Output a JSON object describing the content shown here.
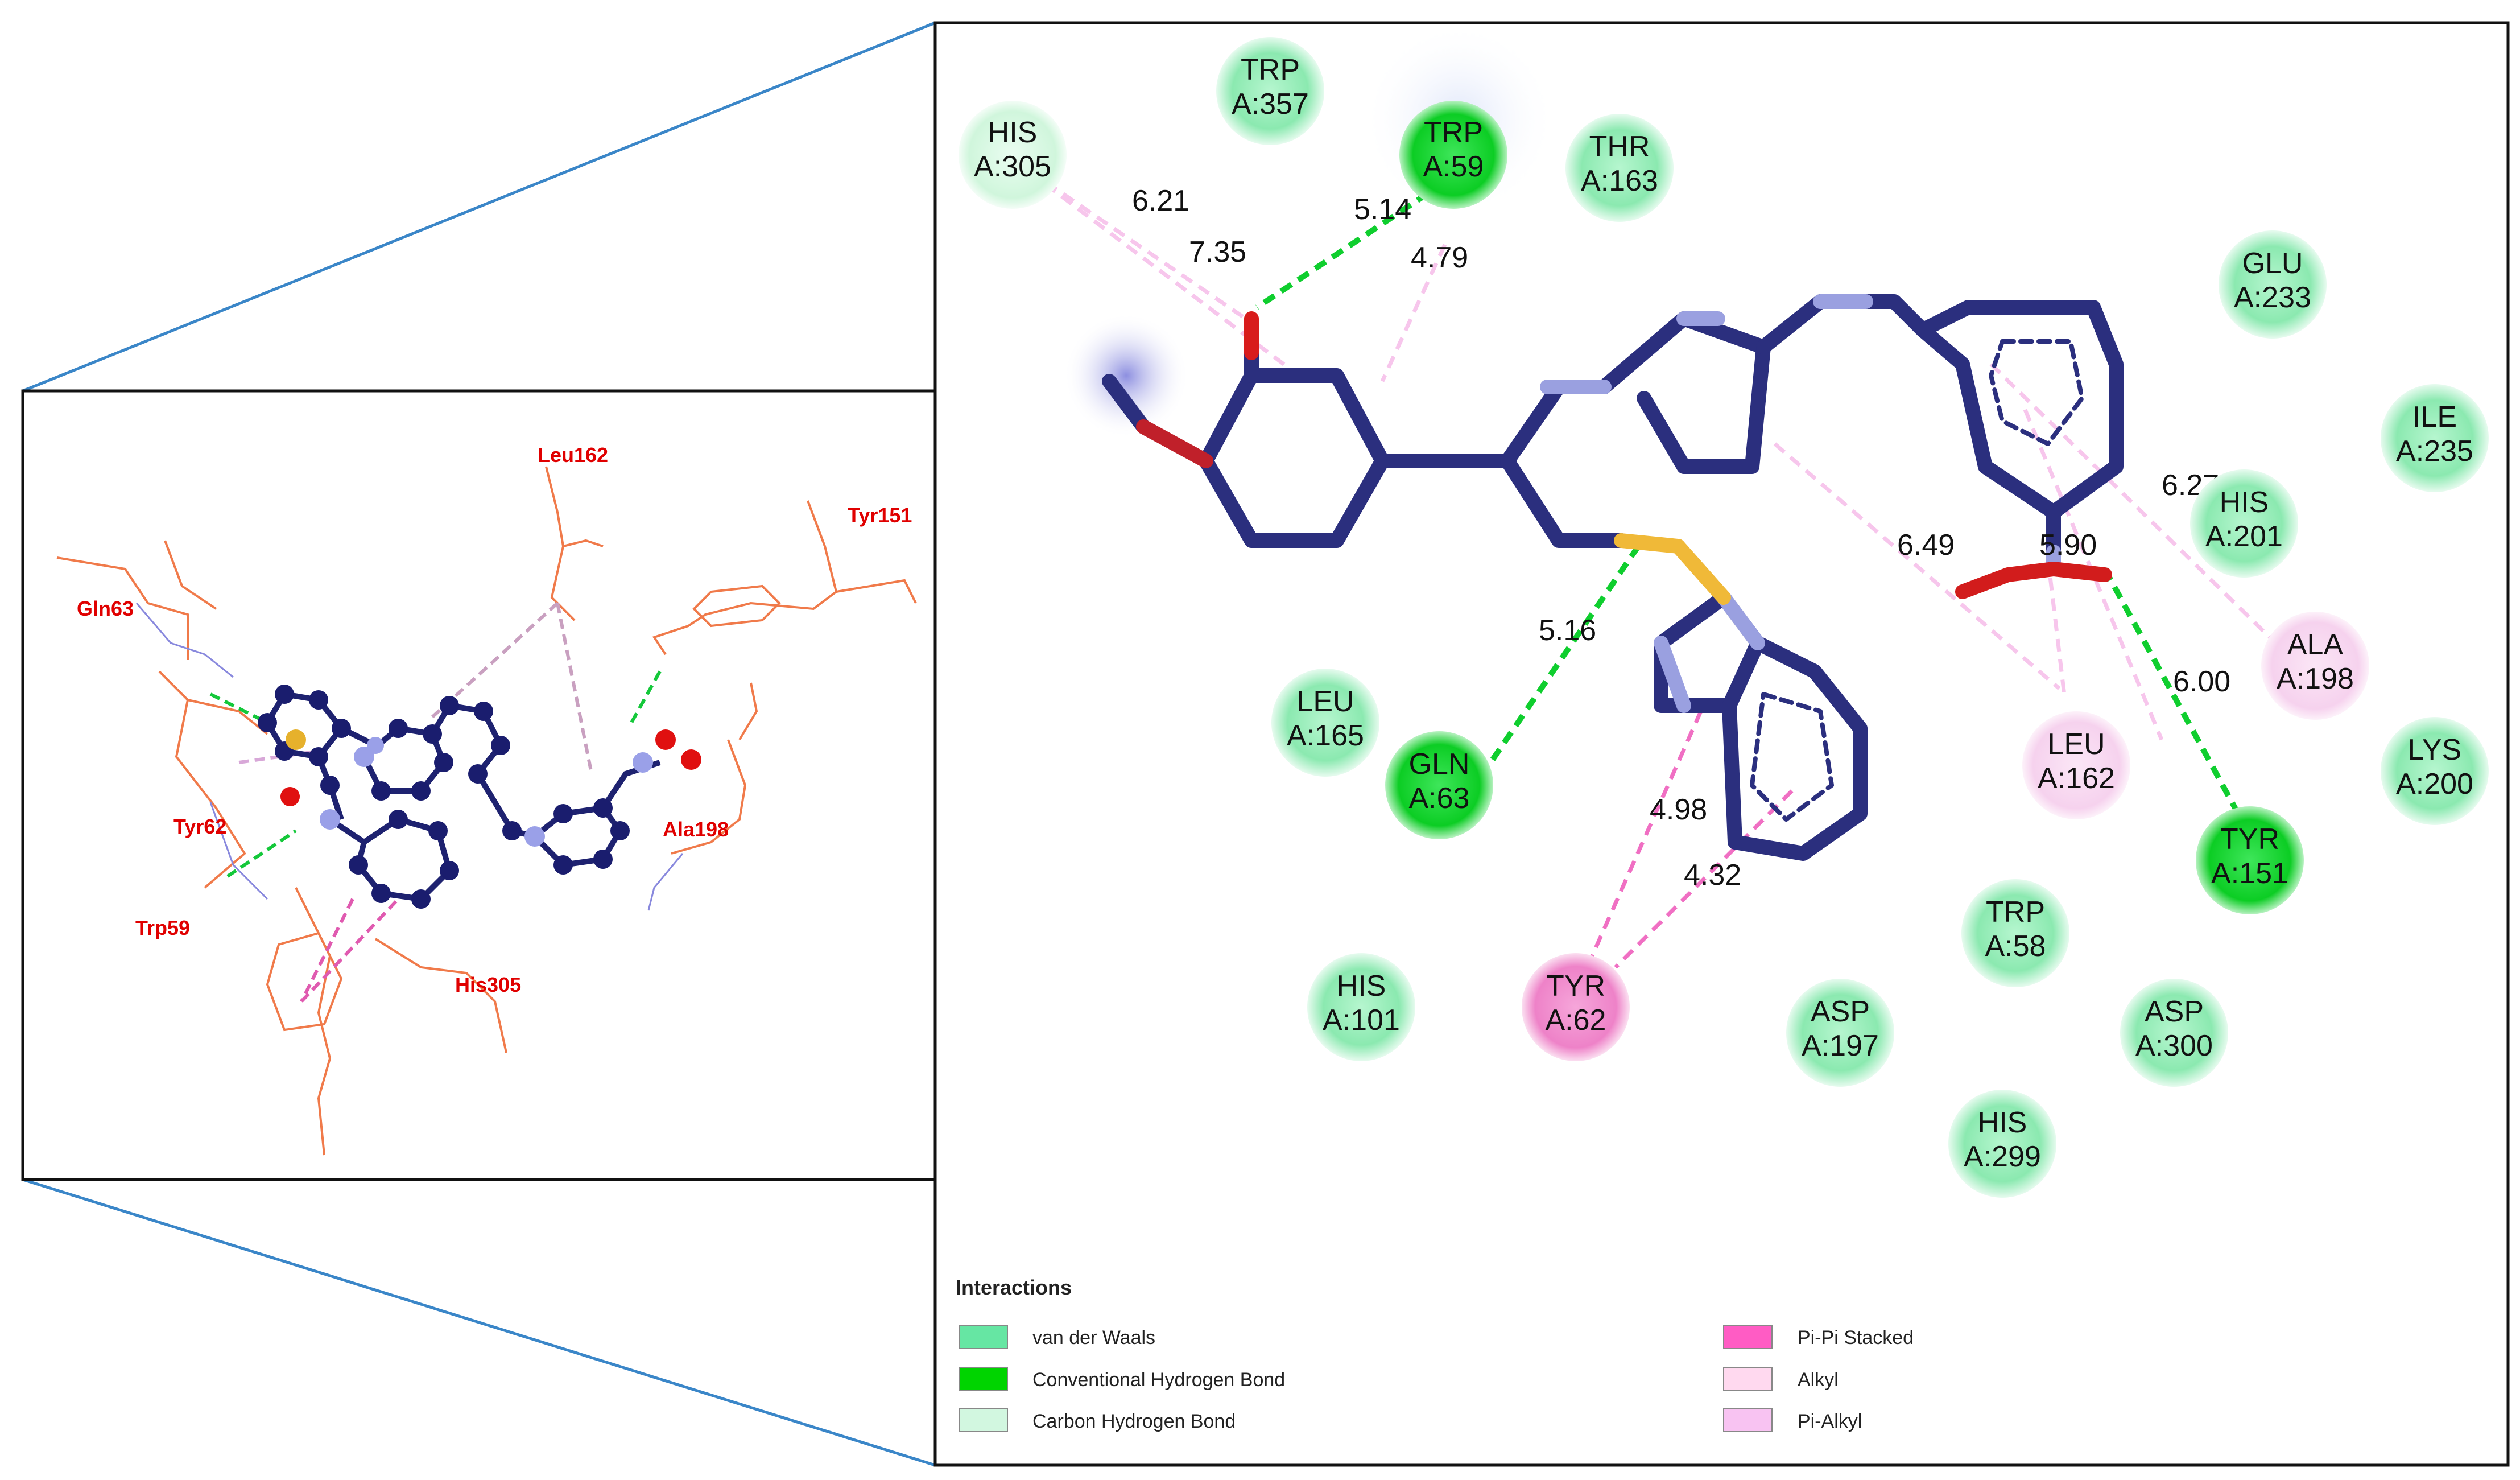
{
  "left_panel": {
    "residue_labels": [
      {
        "id": "leu162",
        "text": "Leu162"
      },
      {
        "id": "tyr151",
        "text": "Tyr151"
      },
      {
        "id": "gln63",
        "text": "Gln63"
      },
      {
        "id": "tyr62",
        "text": "Tyr62"
      },
      {
        "id": "ala198",
        "text": "Ala198"
      },
      {
        "id": "trp59",
        "text": "Trp59"
      },
      {
        "id": "his305",
        "text": "His305"
      }
    ]
  },
  "right_panel": {
    "residues": [
      {
        "id": "his305",
        "name": "HIS",
        "num": "A:305",
        "type": "carbon_hbond"
      },
      {
        "id": "trp357",
        "name": "TRP",
        "num": "A:357",
        "type": "vdw"
      },
      {
        "id": "trp59",
        "name": "TRP",
        "num": "A:59",
        "type": "conv_hbond"
      },
      {
        "id": "thr163",
        "name": "THR",
        "num": "A:163",
        "type": "vdw"
      },
      {
        "id": "glu233",
        "name": "GLU",
        "num": "A:233",
        "type": "vdw"
      },
      {
        "id": "ile235",
        "name": "ILE",
        "num": "A:235",
        "type": "vdw"
      },
      {
        "id": "his201",
        "name": "HIS",
        "num": "A:201",
        "type": "vdw"
      },
      {
        "id": "ala198",
        "name": "ALA",
        "num": "A:198",
        "type": "alkyl"
      },
      {
        "id": "lys200",
        "name": "LYS",
        "num": "A:200",
        "type": "vdw"
      },
      {
        "id": "leu162",
        "name": "LEU",
        "num": "A:162",
        "type": "alkyl"
      },
      {
        "id": "tyr151",
        "name": "TYR",
        "num": "A:151",
        "type": "conv_hbond"
      },
      {
        "id": "leu165",
        "name": "LEU",
        "num": "A:165",
        "type": "vdw"
      },
      {
        "id": "gln63",
        "name": "GLN",
        "num": "A:63",
        "type": "conv_hbond"
      },
      {
        "id": "trp58",
        "name": "TRP",
        "num": "A:58",
        "type": "vdw"
      },
      {
        "id": "his101",
        "name": "HIS",
        "num": "A:101",
        "type": "vdw"
      },
      {
        "id": "tyr62",
        "name": "TYR",
        "num": "A:62",
        "type": "pipi"
      },
      {
        "id": "asp197",
        "name": "ASP",
        "num": "A:197",
        "type": "vdw"
      },
      {
        "id": "asp300",
        "name": "ASP",
        "num": "A:300",
        "type": "vdw"
      },
      {
        "id": "his299",
        "name": "HIS",
        "num": "A:299",
        "type": "vdw"
      }
    ],
    "distances": [
      "6.21",
      "7.35",
      "5.14",
      "4.79",
      "5.16",
      "6.49",
      "5.90",
      "6.27",
      "6.00",
      "4.98",
      "4.32"
    ]
  },
  "legend": {
    "title": "Interactions",
    "items": [
      {
        "label": "van der Waals",
        "color": "#66e6a3"
      },
      {
        "label": "Conventional Hydrogen Bond",
        "color": "#00d400"
      },
      {
        "label": "Carbon Hydrogen Bond",
        "color": "#d2f7e0"
      },
      {
        "label": "Pi-Pi Stacked",
        "color": "#ff5cc4"
      },
      {
        "label": "Alkyl",
        "color": "#ffd9ef"
      },
      {
        "label": "Pi-Alkyl",
        "color": "#f8c3f2"
      }
    ]
  },
  "colors": {
    "vdw": "#9ef0be",
    "conv_hbond": "#10d42e",
    "carbon_hbond": "#dcfbe8",
    "pipi": "#f38ed0",
    "alkyl": "#f8d8f1",
    "connector": "#3a8fd0",
    "molecule": "#2b2f7e"
  }
}
